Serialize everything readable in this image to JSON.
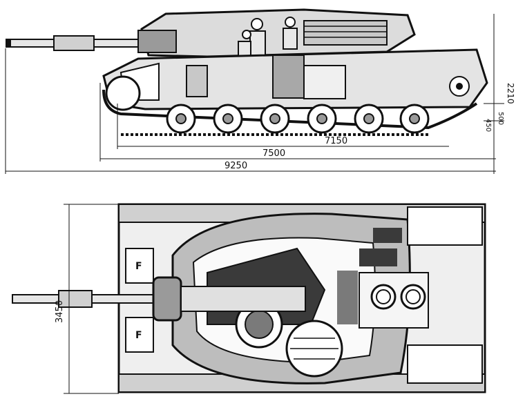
{
  "drawing": {
    "side_view": {
      "dimensions": {
        "overall_length": "9250",
        "hull_length": "7500",
        "track_length": "7150",
        "height": "2210",
        "ground_clearance_a": "500",
        "ground_clearance_b": "450"
      }
    },
    "top_view": {
      "dimensions": {
        "width": "3450"
      }
    }
  },
  "colors": {
    "ink": "#111111",
    "paper": "#ffffff",
    "fill_light": "#d9d9d9",
    "fill_mid": "#9a9a9a",
    "fill_dark": "#3a3a3a"
  }
}
